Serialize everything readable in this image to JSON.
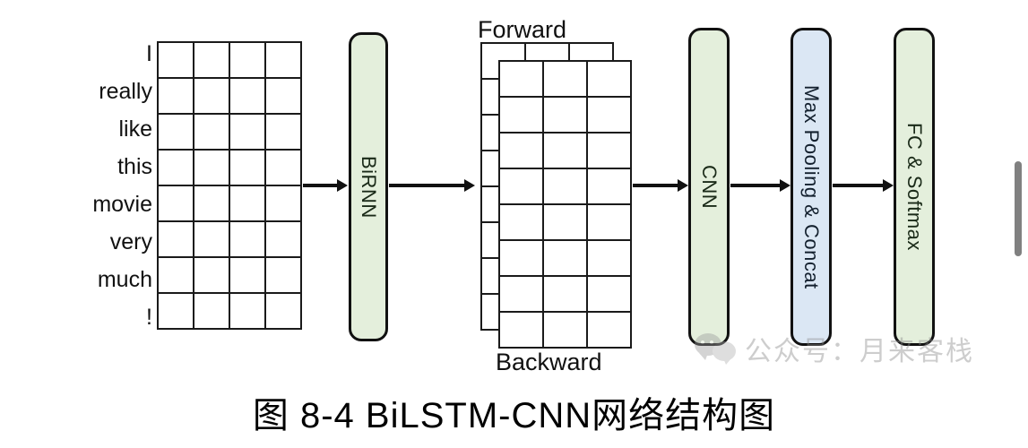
{
  "figure": {
    "caption": "图 8-4 BiLSTM-CNN网络结构图",
    "input_words": [
      "I",
      "really",
      "like",
      "this",
      "movie",
      "very",
      "much",
      "!"
    ],
    "input_grid": {
      "columns": 4,
      "rows": 8
    },
    "feature_grids": {
      "forward": {
        "label": "Forward",
        "columns": 3,
        "rows": 8
      },
      "backward": {
        "label": "Backward",
        "columns": 3,
        "rows": 8
      }
    },
    "stages": [
      {
        "id": "birnn",
        "label": "BiRNN",
        "color": "#e4efdc"
      },
      {
        "id": "cnn",
        "label": "CNN",
        "color": "#e4efdc"
      },
      {
        "id": "pool",
        "label": "Max Pooling & Concat",
        "color": "#dbe7f4"
      },
      {
        "id": "fc",
        "label": "FC & Softmax",
        "color": "#e4efdc"
      }
    ],
    "watermark": {
      "text": "公众号：月来客栈",
      "icon": "wechat-icon"
    },
    "colors": {
      "stroke": "#111111",
      "green_fill": "#e4efdc",
      "blue_fill": "#dbe7f4",
      "background": "#ffffff",
      "scrollbar": "#808080"
    }
  }
}
